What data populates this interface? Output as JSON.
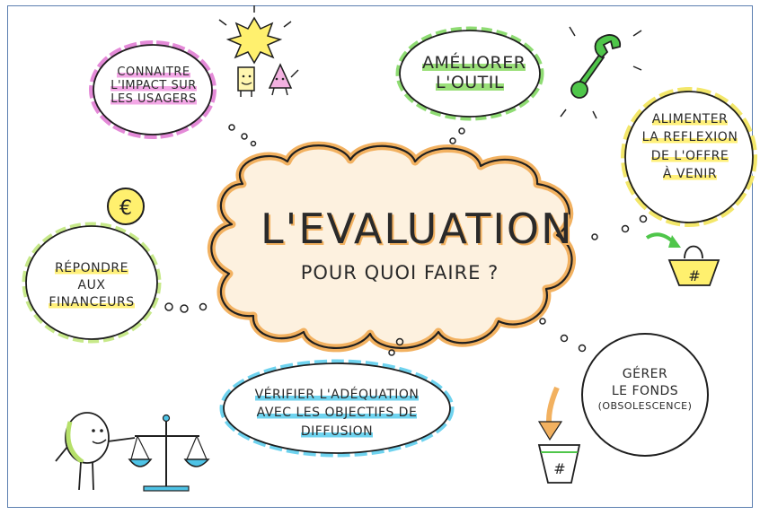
{
  "center": {
    "title": "L'EVALUATION",
    "subtitle": "POUR QUOI FAIRE ?"
  },
  "bubbles": {
    "connaitre": [
      "CONNAITRE",
      "L'IMPACT SUR",
      "LES USAGERS"
    ],
    "ameliorer": [
      "AMÉLIORER",
      "L'OUTIL"
    ],
    "alimenter": [
      "ALIMENTER",
      "LA REFLEXION",
      "DE L'OFFRE",
      "À VENIR"
    ],
    "repondre": [
      "RÉPONDRE",
      "AUX",
      "FINANCEURS"
    ],
    "verifier": [
      "VÉRIFIER L'ADÉQUATION",
      "AVEC LES OBJECTIFS DE",
      "DIFFUSION"
    ],
    "gerer": [
      "GÉRER",
      "LE FONDS",
      "(OBSOLESCENCE)"
    ]
  },
  "icons": {
    "euro_symbol": "€",
    "hash_symbol": "#"
  },
  "colors": {
    "cloud_fill": "#fdf1df",
    "cloud_accent": "#f2b160",
    "pink": "#e48ad8",
    "green": "#7ccf5a",
    "yellow": "#f3e76a",
    "blue": "#4ec3e6",
    "lime": "#b6e06a"
  }
}
